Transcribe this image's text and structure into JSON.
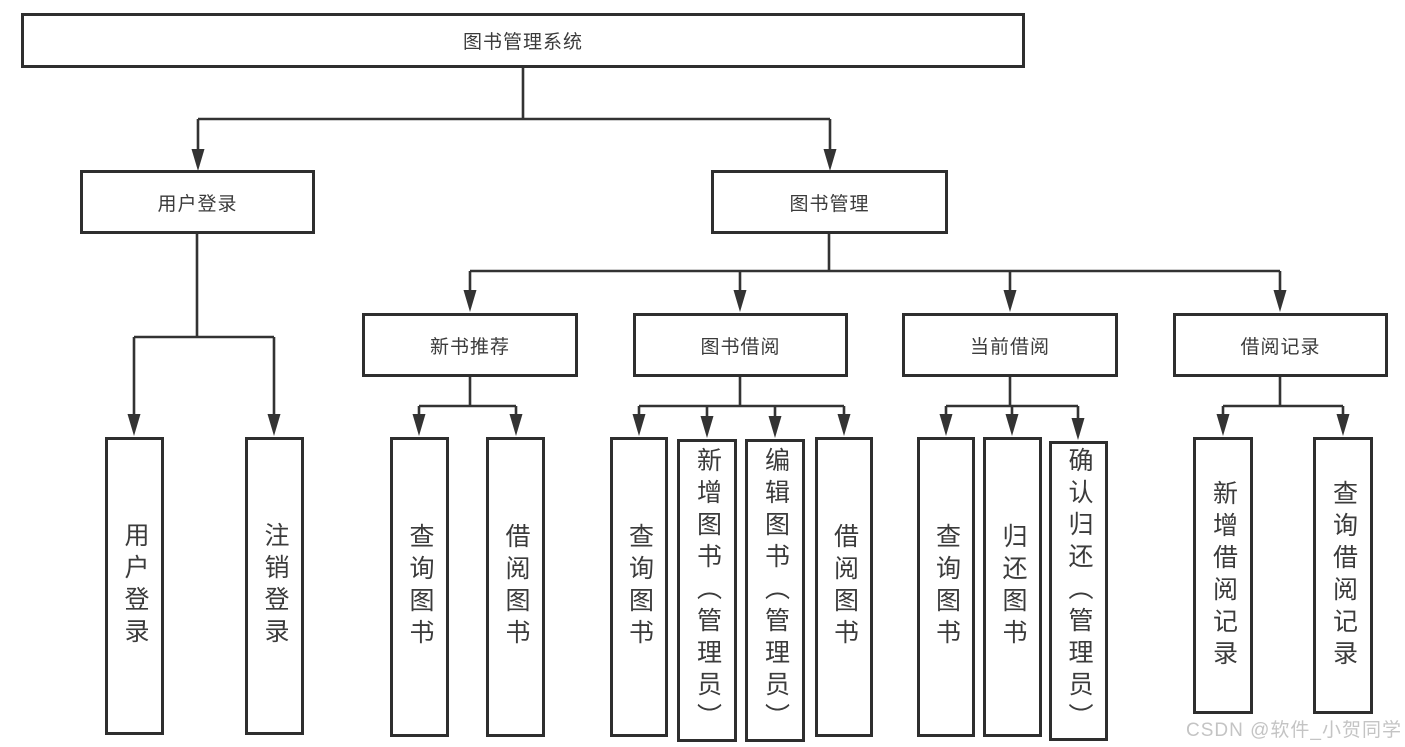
{
  "nodes": {
    "root": "图书管理系统",
    "userLogin": "用户登录",
    "bookManagement": "图书管理",
    "newBookRecommend": "新书推荐",
    "bookBorrow": "图书借阅",
    "currentBorrow": "当前借阅",
    "borrowRecords": "借阅记录",
    "leafUserLogin": "用户登录",
    "leafLogout": "注销登录",
    "nbQueryBooks": "查询图书",
    "nbBorrowBooks": "借阅图书",
    "bbQueryBooks": "查询图书",
    "bbAddBooks": "新增图书（管理员）",
    "bbEditBooks": "编辑图书（管理员）",
    "bbBorrowBooks": "借阅图书",
    "cbQueryBooks": "查询图书",
    "cbReturnBooks": "归还图书",
    "cbConfirmReturn": "确认归还（管理员）",
    "brAddRecord": "新增借阅记录",
    "brQueryRecord": "查询借阅记录"
  },
  "watermark": "CSDN @软件_小贺同学",
  "colors": {
    "line": "#333333",
    "border": "#2e2e2e",
    "text": "#3b3b3b",
    "background": "#ffffff",
    "watermark": "#c4c4c4"
  }
}
